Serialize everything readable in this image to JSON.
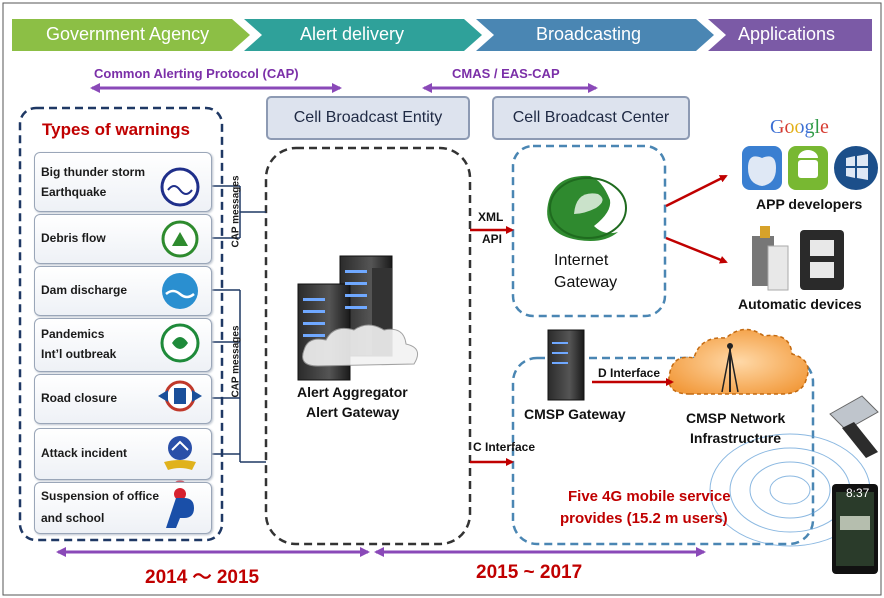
{
  "stages": [
    {
      "label": "Government Agency"
    },
    {
      "label": "Alert delivery"
    },
    {
      "label": "Broadcasting"
    },
    {
      "label": "Applications"
    }
  ],
  "protocols": {
    "cap": "Common Alerting Protocol (CAP)",
    "cmas": "CMAS / EAS-CAP"
  },
  "entities": {
    "cbe": "Cell Broadcast Entity",
    "cbc": "Cell Broadcast Center"
  },
  "warnings": {
    "title": "Types of warnings",
    "items": [
      {
        "line1": "Big thunder storm",
        "line2": "Earthquake"
      },
      {
        "line1": "Debris flow",
        "line2": ""
      },
      {
        "line1": "Dam discharge",
        "line2": ""
      },
      {
        "line1": "Pandemics",
        "line2": "Int’l outbreak"
      },
      {
        "line1": "Road closure",
        "line2": ""
      },
      {
        "line1": "Attack incident",
        "line2": ""
      },
      {
        "line1": "Suspension of office",
        "line2": "and school"
      }
    ]
  },
  "cap_messages": "CAP messages",
  "aggregator": {
    "line1": "Alert Aggregator",
    "line2": "Alert Gateway"
  },
  "interfaces": {
    "xml": "XML",
    "api": "API",
    "c": "C Interface",
    "d": "D Interface"
  },
  "internet_gateway": {
    "line1": "Internet",
    "line2": "Gateway"
  },
  "cmsp": {
    "gateway": "CMSP Gateway",
    "network1": "CMSP Network",
    "network2": "Infrastructure"
  },
  "mobile": {
    "line1": "Five 4G mobile service",
    "line2": "provides (15.2 m users)"
  },
  "apps": {
    "google": "Google",
    "developers": "APP developers",
    "devices": "Automatic devices"
  },
  "phone_time": "8:37",
  "timeline": {
    "left": "2014 ～ 2015",
    "right": "2015 ~ 2017"
  },
  "colors": {
    "green": "#8cbf45",
    "teal": "#2fa19a",
    "blue": "#4a86b3",
    "purple": "#7b5aa6",
    "navy": "#1f3864",
    "red": "#c00000",
    "arrow_purple": "#8a49b8"
  }
}
